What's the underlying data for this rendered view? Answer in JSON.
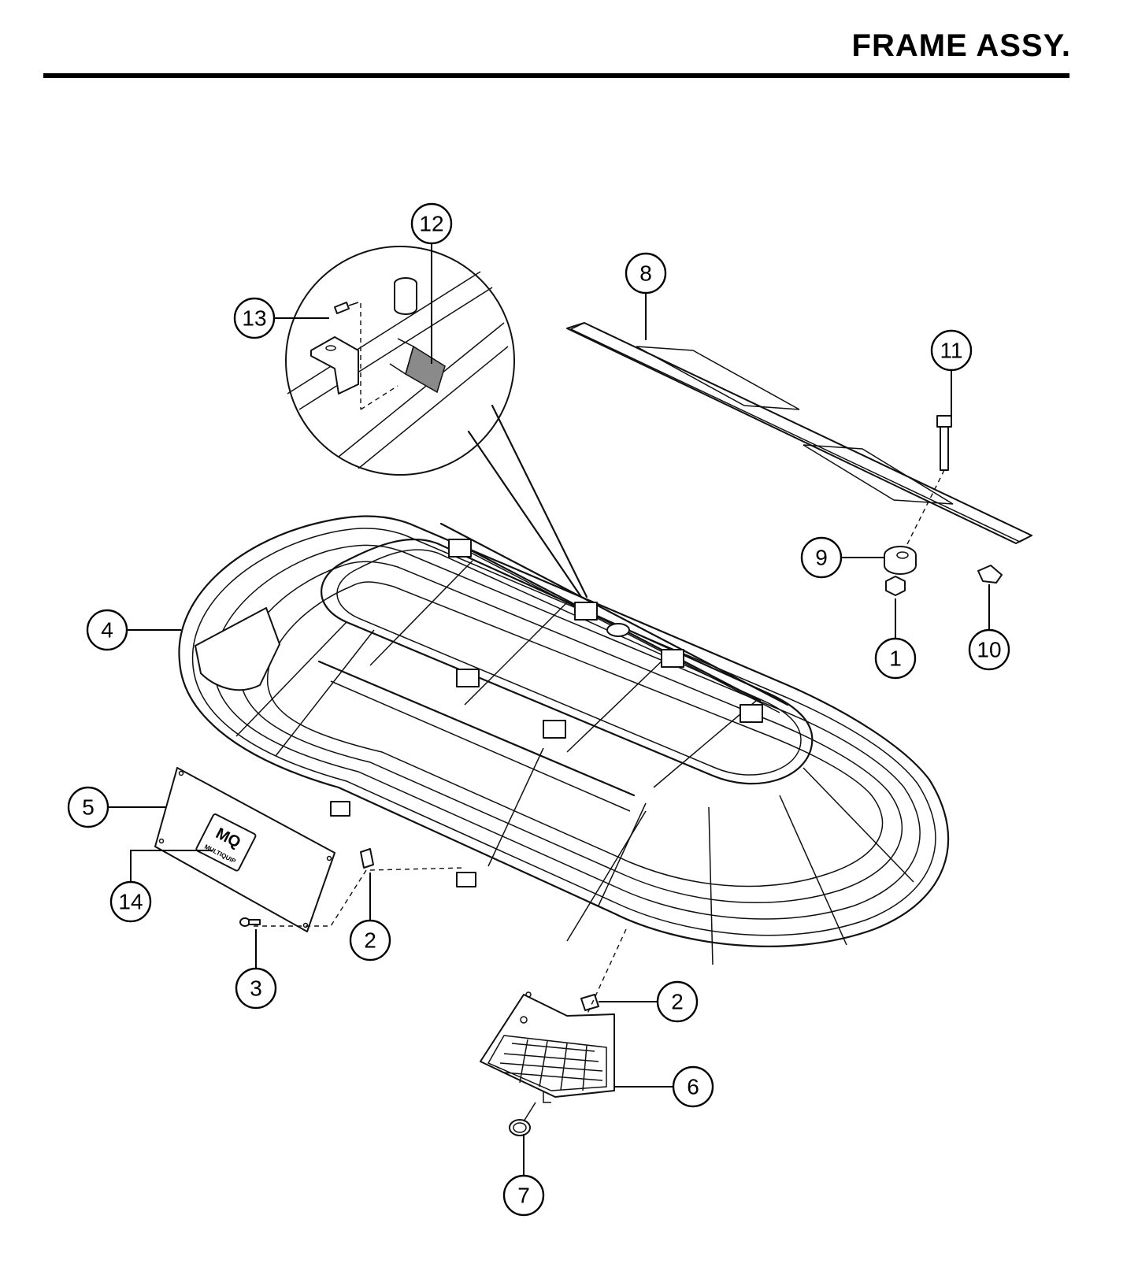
{
  "header": {
    "title": "FRAME ASSY."
  },
  "callouts": [
    {
      "id": "c12",
      "label": "12"
    },
    {
      "id": "c13",
      "label": "13"
    },
    {
      "id": "c8",
      "label": "8"
    },
    {
      "id": "c11",
      "label": "11"
    },
    {
      "id": "c9",
      "label": "9"
    },
    {
      "id": "c1",
      "label": "1"
    },
    {
      "id": "c10",
      "label": "10"
    },
    {
      "id": "c4",
      "label": "4"
    },
    {
      "id": "c5",
      "label": "5"
    },
    {
      "id": "c14",
      "label": "14"
    },
    {
      "id": "c2a",
      "label": "2"
    },
    {
      "id": "c3",
      "label": "3"
    },
    {
      "id": "c2b",
      "label": "2"
    },
    {
      "id": "c6",
      "label": "6"
    },
    {
      "id": "c7",
      "label": "7"
    }
  ],
  "logo": {
    "text_top": "MQ",
    "text_bottom": "MULTIQUIP"
  }
}
